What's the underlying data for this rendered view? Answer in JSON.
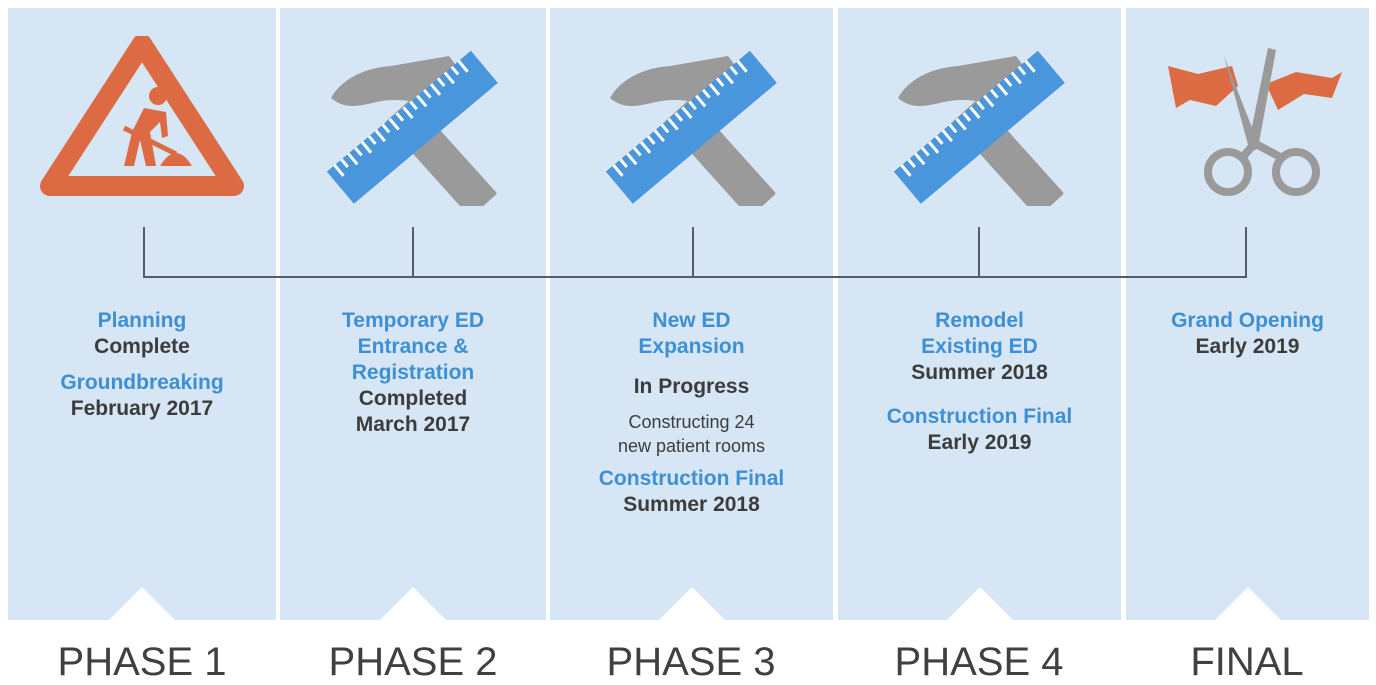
{
  "phases": [
    {
      "label": "PHASE 1",
      "icon": "construction-warning-sign-icon",
      "title": "Planning",
      "status": "Complete",
      "milestone": "Groundbreaking",
      "milestone_date": "February 2017"
    },
    {
      "label": "PHASE 2",
      "icon": "hammer-and-ruler-icon",
      "title_line1": "Temporary ED",
      "title_line2": "Entrance &",
      "title_line3": "Registration",
      "status": "Completed",
      "date": "March 2017"
    },
    {
      "label": "PHASE 3",
      "icon": "hammer-and-ruler-icon",
      "title_line1": "New ED",
      "title_line2": "Expansion",
      "status": "In Progress",
      "note_line1": "Constructing 24",
      "note_line2": "new patient rooms",
      "milestone": "Construction Final",
      "milestone_date": "Summer 2018"
    },
    {
      "label": "PHASE 4",
      "icon": "hammer-and-ruler-icon",
      "title_line1": "Remodel",
      "title_line2": "Existing ED",
      "date": "Summer 2018",
      "milestone": "Construction Final",
      "milestone_date": "Early 2019"
    },
    {
      "label": "FINAL",
      "icon": "ribbon-cutting-scissors-icon",
      "title": "Grand Opening",
      "date": "Early 2019"
    }
  ],
  "colors": {
    "panel": "#d6e6f4",
    "accent_blue": "#3d8fd6",
    "accent_orange": "#dc6b44",
    "tool_gray": "#9a9a9a",
    "ruler_blue": "#4a96dc",
    "text_dark": "#3c3c3c",
    "timeline": "#555c63"
  }
}
